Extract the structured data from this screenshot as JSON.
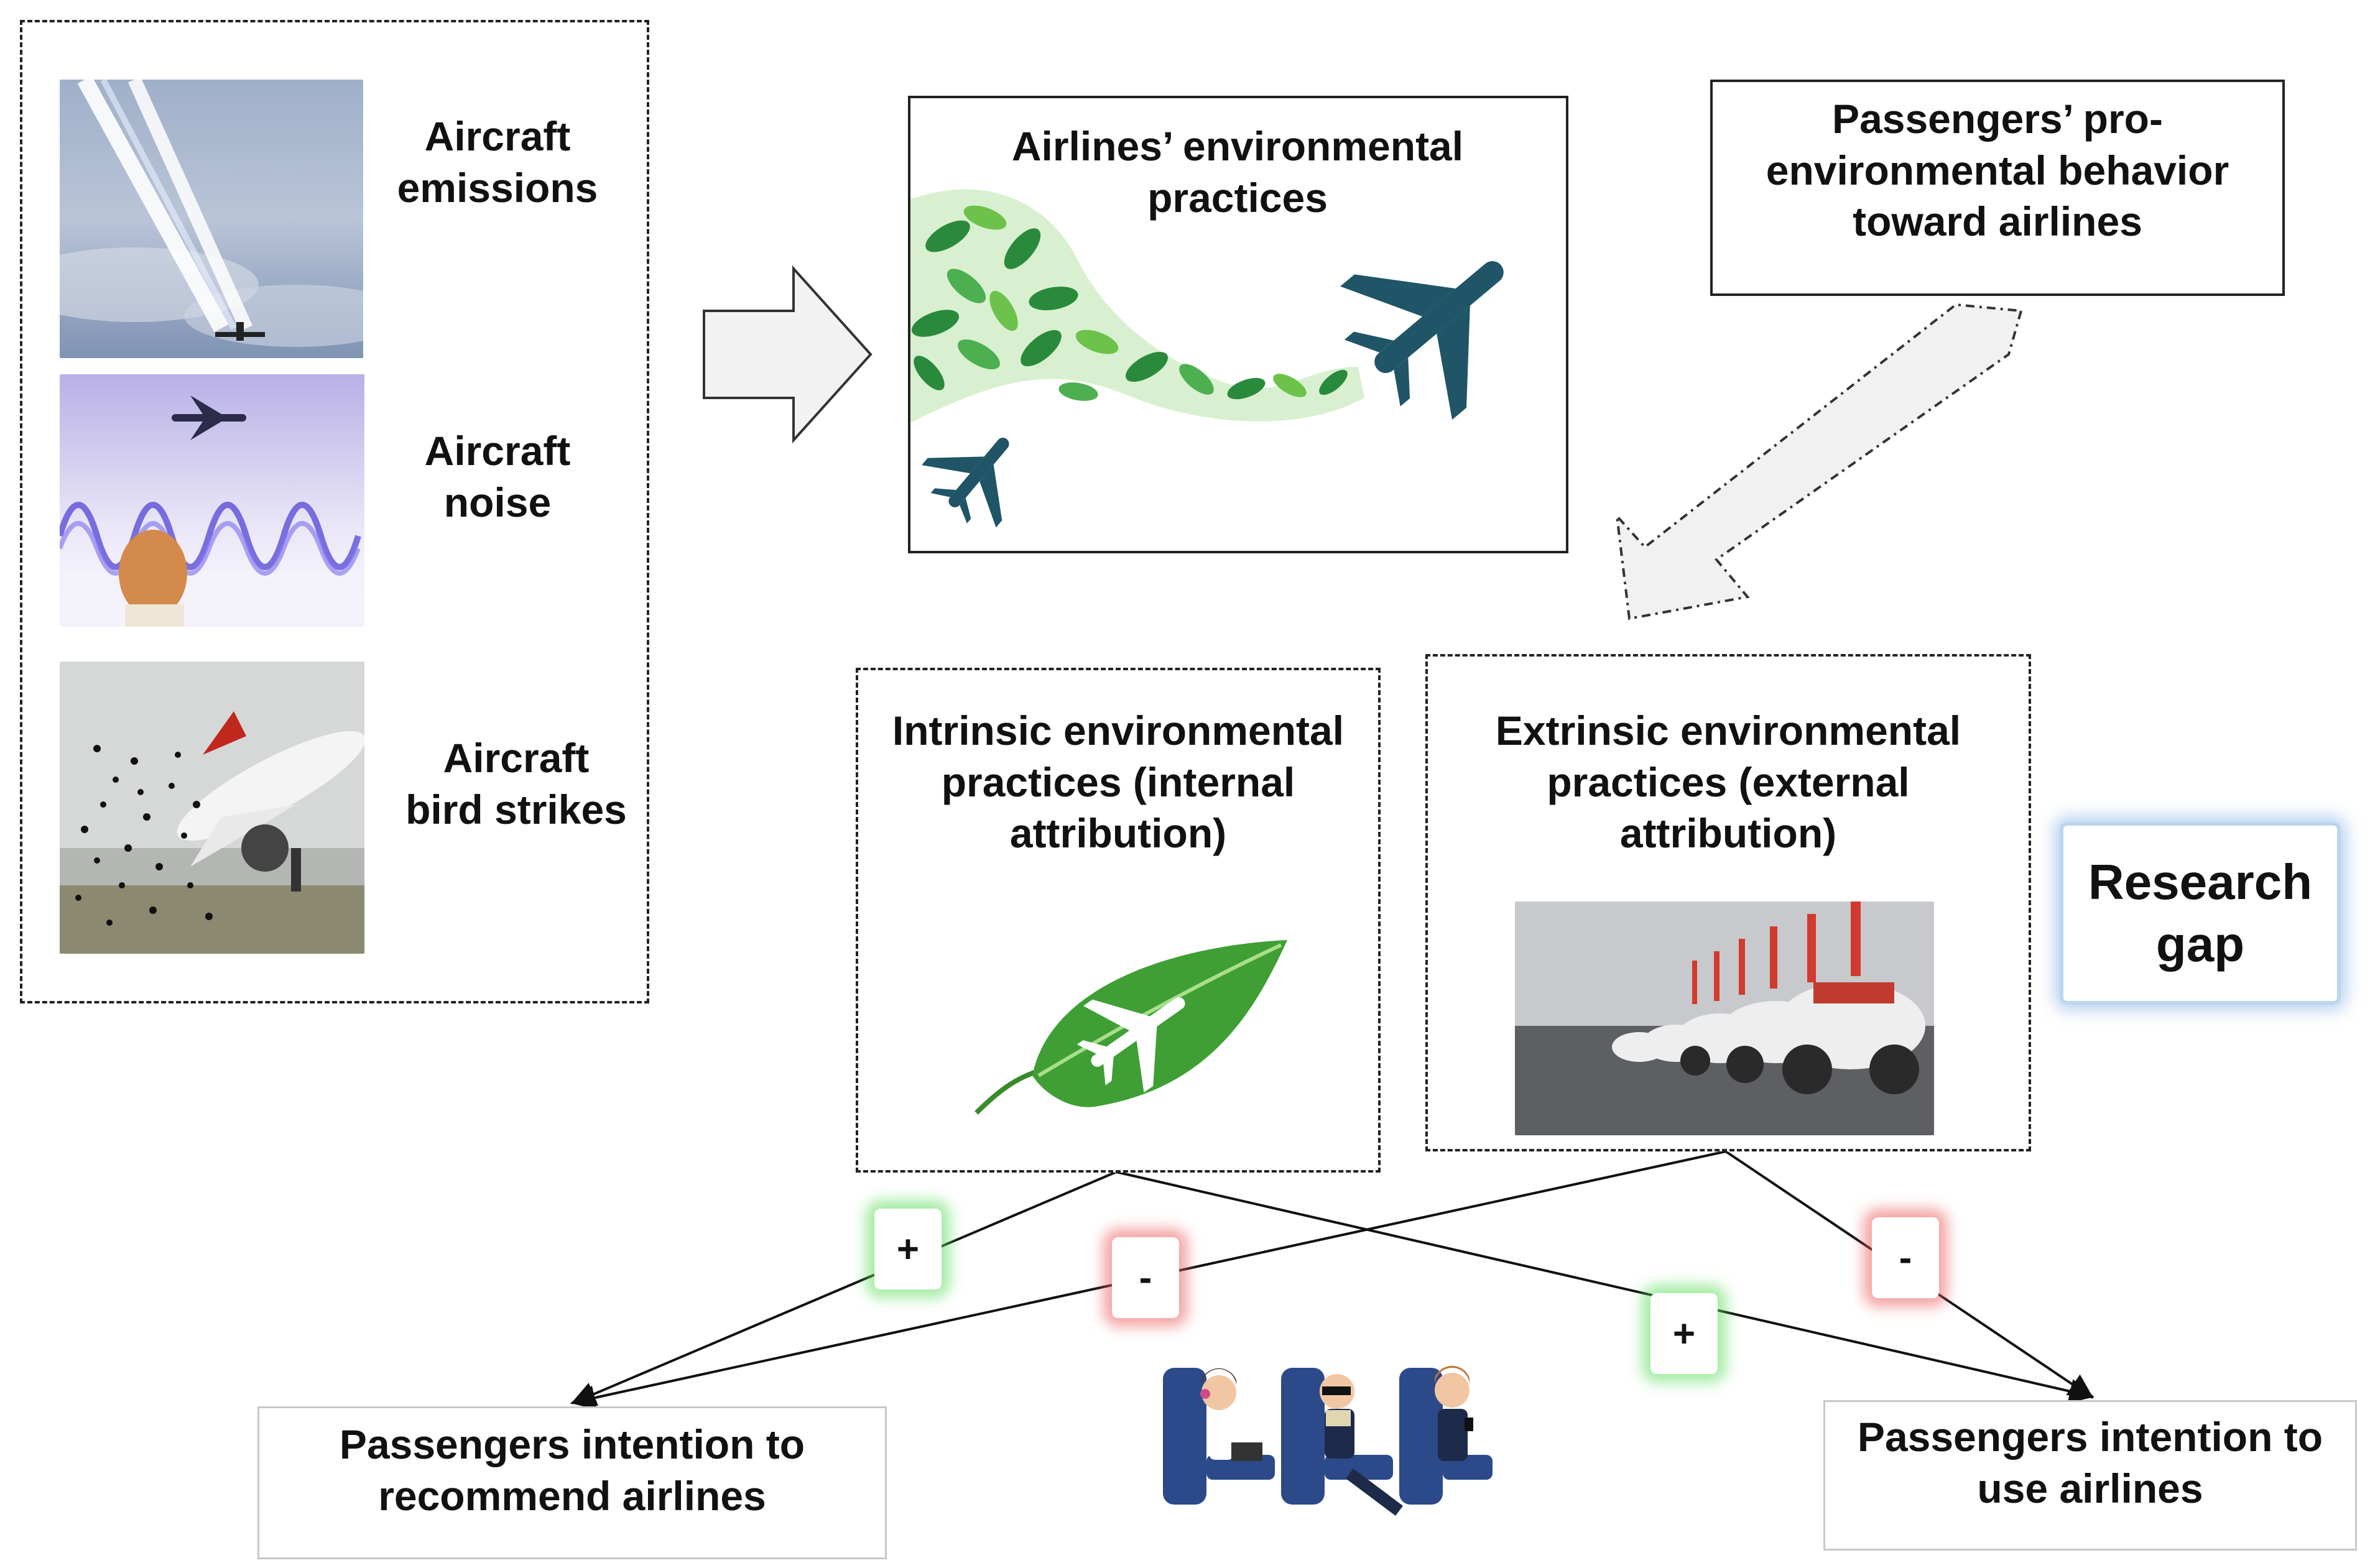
{
  "left_panel": {
    "items": [
      {
        "label_line1": "Aircraft",
        "label_line2": "emissions",
        "image": "airplane-contrail"
      },
      {
        "label_line1": "Aircraft",
        "label_line2": "noise",
        "image": "aircraft-noise"
      },
      {
        "label_line1": "Aircraft",
        "label_line2": "bird strikes",
        "image": "bird-strike"
      }
    ]
  },
  "practices_box": {
    "title_line1": "Airlines’ environmental",
    "title_line2": "practices"
  },
  "behavior_box": {
    "line1": "Passengers’ pro-",
    "line2": "environmental behavior",
    "line3": "toward airlines"
  },
  "intrinsic_box": {
    "line1": "Intrinsic environmental",
    "line2": "practices (internal",
    "line3": "attribution)"
  },
  "extrinsic_box": {
    "line1": "Extrinsic environmental",
    "line2": "practices (external",
    "line3": "attribution)"
  },
  "research_gap": {
    "line1": "Research",
    "line2": "gap"
  },
  "signs": {
    "intrinsic_recommend": "+",
    "extrinsic_recommend": "-",
    "intrinsic_use": "+",
    "extrinsic_use": "-"
  },
  "outcome_recommend": {
    "line1": "Passengers intention to",
    "line2": "recommend  airlines"
  },
  "outcome_use": {
    "line1": "Passengers intention to",
    "line2": "use airlines"
  },
  "colors": {
    "plane": "#1f5566",
    "leaf_dark": "#2a8a3c",
    "leaf_light": "#6cc24a",
    "positive_glow": "#5adc5a",
    "negative_glow": "#eb5a5a",
    "gap_glow": "#78aae1"
  }
}
